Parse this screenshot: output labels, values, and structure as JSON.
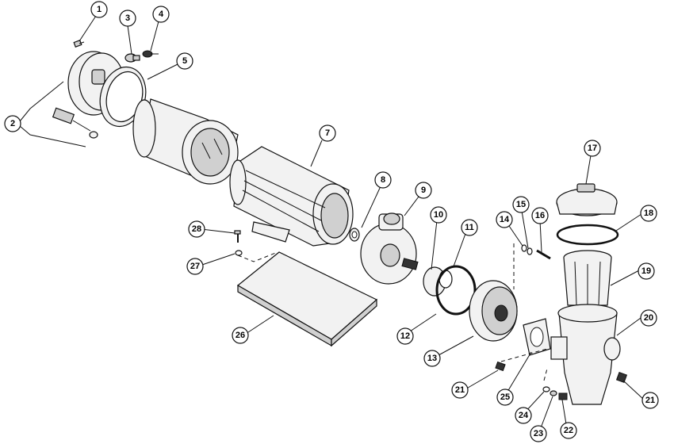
{
  "callouts": [
    {
      "id": "c1",
      "label": "1"
    },
    {
      "id": "c2",
      "label": "2"
    },
    {
      "id": "c3",
      "label": "3"
    },
    {
      "id": "c4",
      "label": "4"
    },
    {
      "id": "c5",
      "label": "5"
    },
    {
      "id": "c7",
      "label": "7"
    },
    {
      "id": "c8",
      "label": "8"
    },
    {
      "id": "c9",
      "label": "9"
    },
    {
      "id": "c10",
      "label": "10"
    },
    {
      "id": "c11",
      "label": "11"
    },
    {
      "id": "c12",
      "label": "12"
    },
    {
      "id": "c13",
      "label": "13"
    },
    {
      "id": "c14",
      "label": "14"
    },
    {
      "id": "c15",
      "label": "15"
    },
    {
      "id": "c16",
      "label": "16"
    },
    {
      "id": "c17",
      "label": "17"
    },
    {
      "id": "c18",
      "label": "18"
    },
    {
      "id": "c19",
      "label": "19"
    },
    {
      "id": "c20",
      "label": "20"
    },
    {
      "id": "c21a",
      "label": "21"
    },
    {
      "id": "c21b",
      "label": "21"
    },
    {
      "id": "c22",
      "label": "22"
    },
    {
      "id": "c23",
      "label": "23"
    },
    {
      "id": "c24",
      "label": "24"
    },
    {
      "id": "c25",
      "label": "25"
    },
    {
      "id": "c26",
      "label": "26"
    },
    {
      "id": "c27",
      "label": "27"
    },
    {
      "id": "c28",
      "label": "28"
    }
  ]
}
